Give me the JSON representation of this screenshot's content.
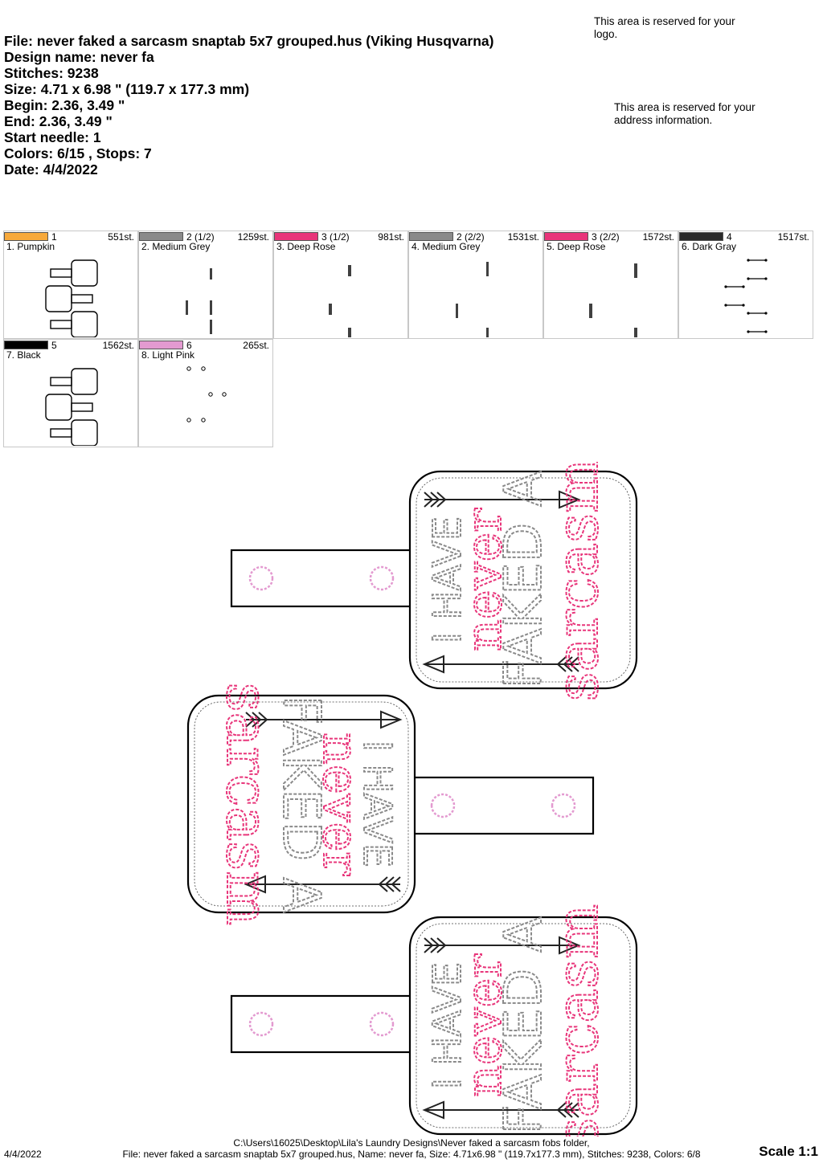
{
  "header": {
    "file_line": "File: never faked a sarcasm snaptab 5x7 grouped.hus  (Viking Husqvarna)",
    "design_name": "Design name: never fa",
    "stitches": "Stitches: 9238",
    "size": "Size: 4.71 x 6.98 \" (119.7 x 177.3 mm)",
    "begin": "Begin: 2.36, 3.49 \"",
    "end": "End: 2.36, 3.49 \"",
    "start_needle": "Start needle: 1",
    "colors_stops": "Colors: 6/15 , Stops: 7",
    "date": "Date: 4/4/2022"
  },
  "reserved": {
    "logo": "This area is reserved for your logo.",
    "address": "This area is reserved for your address information."
  },
  "color_stops": [
    {
      "num": "1",
      "stitches": "551st.",
      "name": "1. Pumpkin",
      "color": "#f7a93b",
      "thumb": "outline"
    },
    {
      "num": "2 (1/2)",
      "stitches": "1259st.",
      "name": "2. Medium Grey",
      "color": "#8a8a8a",
      "thumb": "gray-text-1"
    },
    {
      "num": "3 (1/2)",
      "stitches": "981st.",
      "name": "3. Deep Rose",
      "color": "#e8357a",
      "thumb": "pink-text-1"
    },
    {
      "num": "2 (2/2)",
      "stitches": "1531st.",
      "name": "4. Medium Grey",
      "color": "#8a8a8a",
      "thumb": "gray-text-2"
    },
    {
      "num": "3 (2/2)",
      "stitches": "1572st.",
      "name": "5. Deep Rose",
      "color": "#e8357a",
      "thumb": "pink-text-2"
    },
    {
      "num": "4",
      "stitches": "1517st.",
      "name": "6. Dark Gray",
      "color": "#2a2a2a",
      "thumb": "arrows"
    },
    {
      "num": "5",
      "stitches": "1562st.",
      "name": "7. Black",
      "color": "#000000",
      "thumb": "outline"
    },
    {
      "num": "6",
      "stitches": "265st.",
      "name": "8. Light Pink",
      "color": "#e39ad0",
      "thumb": "circles"
    }
  ],
  "design_text": {
    "line1": "I HAVE",
    "line2": "never",
    "line3": "FAKED A",
    "line4": "sarcasm"
  },
  "footer": {
    "date": "4/4/2022",
    "path": "C:\\Users\\16025\\Desktop\\Lila's Laundry Designs\\Never faked a sarcasm fobs folder,",
    "file": "File: never faked a sarcasm snaptab 5x7 grouped.hus, Name: never fa, Size: 4.71x6.98 \" (119.7x177.3 mm), Stitches: 9238, Colors: 6/8",
    "scale": "Scale 1:1"
  }
}
